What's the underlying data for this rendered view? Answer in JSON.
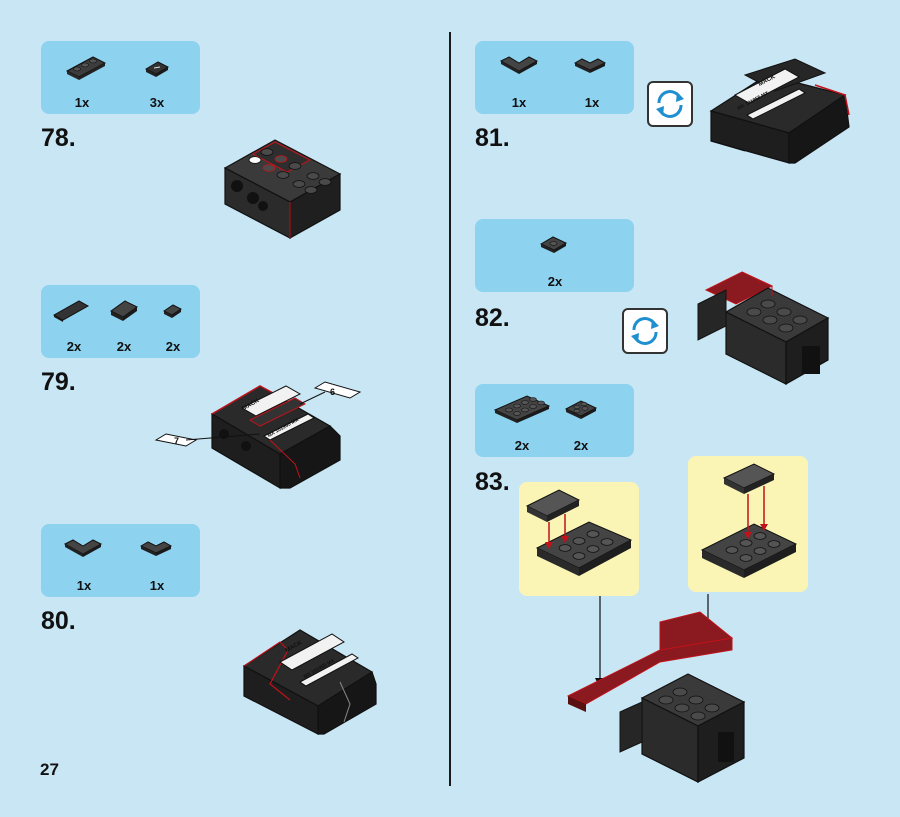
{
  "page": {
    "number": "27"
  },
  "steps": [
    {
      "id": "78",
      "label": "78.",
      "parts": [
        {
          "qty": "1x",
          "icon": "plate-1x3-dark-icon"
        },
        {
          "qty": "3x",
          "icon": "tile-1x1-printed-icon"
        }
      ]
    },
    {
      "id": "79",
      "label": "79.",
      "parts": [
        {
          "qty": "2x",
          "icon": "tile-1x4-icon"
        },
        {
          "qty": "2x",
          "icon": "slope-2x2-icon"
        },
        {
          "qty": "2x",
          "icon": "slope-1x1-icon"
        }
      ],
      "tags": [
        "6",
        "7"
      ]
    },
    {
      "id": "80",
      "label": "80.",
      "parts": [
        {
          "qty": "1x",
          "icon": "wedge-plate-icon"
        },
        {
          "qty": "1x",
          "icon": "wedge-plate-small-icon"
        }
      ]
    },
    {
      "id": "81",
      "label": "81.",
      "parts": [
        {
          "qty": "1x",
          "icon": "wedge-plate-icon"
        },
        {
          "qty": "1x",
          "icon": "wedge-plate-small-icon"
        }
      ]
    },
    {
      "id": "82",
      "label": "82.",
      "parts": [
        {
          "qty": "2x",
          "icon": "jumper-plate-icon"
        }
      ]
    },
    {
      "id": "83",
      "label": "83.",
      "parts": [
        {
          "qty": "2x",
          "icon": "plate-2x4-icon"
        },
        {
          "qty": "2x",
          "icon": "plate-2x2-icon"
        }
      ]
    }
  ],
  "prints": {
    "brand": "MACK",
    "plate_text": "MX 101955 MX"
  },
  "colors": {
    "background": "#c8e6f3",
    "callout": "#8dd2ef",
    "highlight": "#fbf5b5",
    "brick": "#3a3a3a",
    "accent": "#c0121a"
  }
}
